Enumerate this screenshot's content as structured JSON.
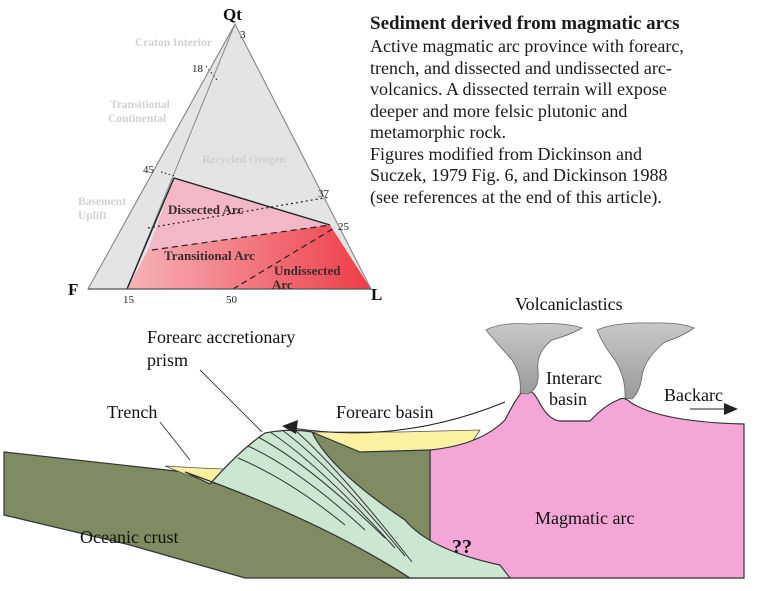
{
  "description": {
    "title": "Sediment derived from magmatic arcs",
    "lines": [
      "Active magmatic arc province with forearc,",
      "trench, and dissected and undissected arc-",
      "volcanics. A dissected terrain will expose",
      "deeper and more felsic plutonic and",
      "metamorphic rock.",
      "Figures modified from Dickinson and",
      "Suczek, 1979 Fig. 6, and Dickinson 1988",
      "(see references at the end of this article)."
    ]
  },
  "ternary": {
    "apex_qt": "Qt",
    "apex_f": "F",
    "apex_l": "L",
    "ticks": {
      "t3": "3",
      "t18": "18",
      "t45": "45",
      "t37": "37",
      "t25": "25",
      "t15": "15",
      "t50": "50"
    },
    "fields": {
      "craton_1": "Craton Interior",
      "transitional_1": "Transitional",
      "transitional_2": "Continental",
      "basement_1": "Basement",
      "basement_2": "Uplift",
      "recycled": "Recycled Orogen",
      "dissected": "Dissected Arc",
      "transitional_arc": "Transitional Arc",
      "undissected_1": "Undissected",
      "undissected_2": "Arc"
    },
    "colors": {
      "grey": "#e4e4e6",
      "pink": "#f3b8c8",
      "red": "#ee3d48"
    }
  },
  "cross_section": {
    "labels": {
      "volcaniclastics": "Volcaniclastics",
      "forearc_prism_1": "Forearc accretionary",
      "forearc_prism_2": "prism",
      "interarc_1": "Interarc",
      "interarc_2": "basin",
      "backarc": "Backarc",
      "trench": "Trench",
      "forearc_basin": "Forearc basin",
      "magmatic_arc": "Magmatic arc",
      "oceanic_crust": "Oceanic crust",
      "unknown": "??"
    },
    "colors": {
      "oceanic": "#7f8c63",
      "prism": "#cce6d2",
      "arc": "#f4a7d6",
      "sediment": "#faf2a0",
      "ash": "#b4b4b4"
    }
  }
}
